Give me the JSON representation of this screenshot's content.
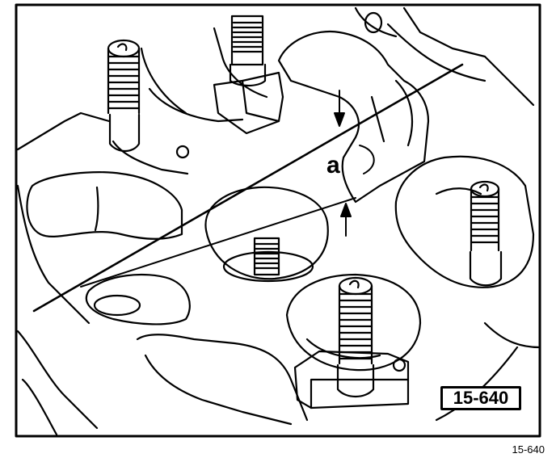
{
  "figure": {
    "dimension_label": "a",
    "reference_box": "15-640",
    "caption": "15-640"
  },
  "colors": {
    "ink": "#000000",
    "paper": "#ffffff"
  }
}
